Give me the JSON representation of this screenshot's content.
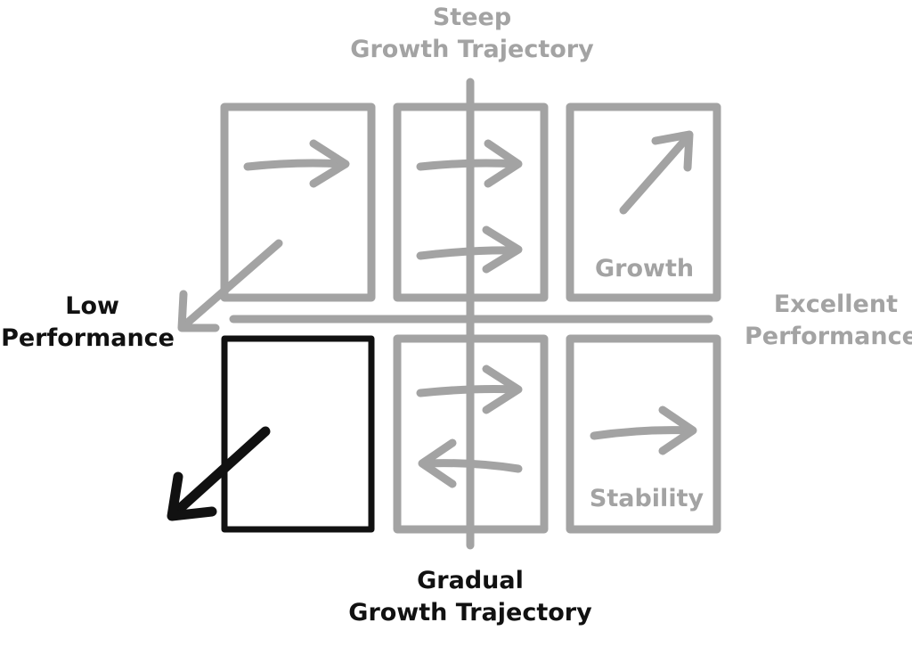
{
  "labels": {
    "top": [
      "Steep",
      "Growth Trajectory"
    ],
    "bottom": [
      "Gradual",
      "Growth Trajectory"
    ],
    "left": [
      "Low",
      "Performance"
    ],
    "right": [
      "Excellent",
      "Performance"
    ],
    "growth": "Growth",
    "stability": "Stability"
  },
  "colors": {
    "gray": "#a3a3a3",
    "dark": "#111111",
    "background": "#ffffff"
  }
}
